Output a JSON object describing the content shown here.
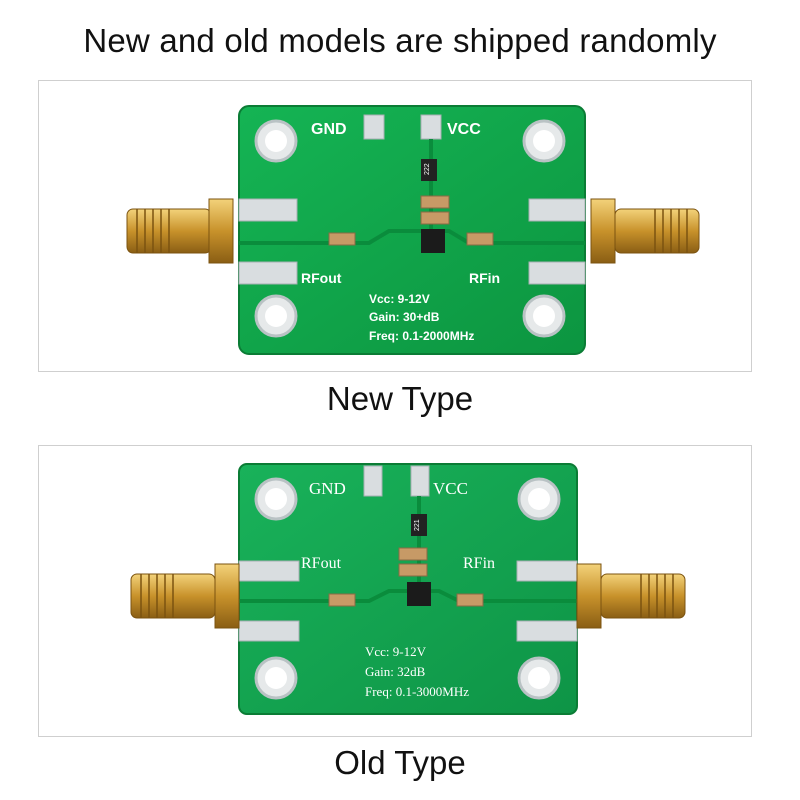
{
  "header": {
    "headline": "New and old models are shipped randomly"
  },
  "colors": {
    "pcb_green": "#10a84a",
    "pcb_edge": "#0b8a3a",
    "gold": "#d8a63a",
    "silver_pad": "#d9dde0",
    "silk": "#ffffff"
  },
  "new_board": {
    "caption": "New Type",
    "gnd_label": "GND",
    "vcc_label": "VCC",
    "rfout_label": "RFout",
    "rfin_label": "RFin",
    "spec_vcc": "Vcc: 9-12V",
    "spec_gain": "Gain: 30+dB",
    "spec_freq": "Freq: 0.1-2000MHz",
    "chip_marking": "222"
  },
  "old_board": {
    "caption": "Old Type",
    "gnd_label": "GND",
    "vcc_label": "VCC",
    "rfout_label": "RFout",
    "rfin_label": "RFin",
    "spec_vcc": "Vcc: 9-12V",
    "spec_gain": "Gain: 32dB",
    "spec_freq": "Freq: 0.1-3000MHz",
    "chip_marking": "221"
  }
}
